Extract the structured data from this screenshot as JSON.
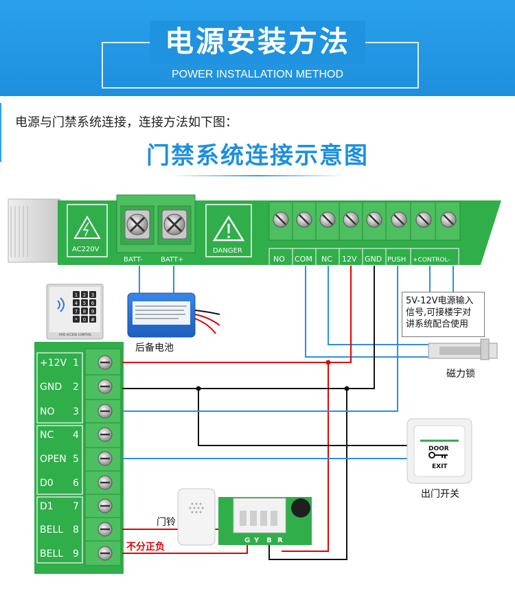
{
  "header": {
    "title": "电源安装方法",
    "subtitle": "POWER INSTALLATION METHOD"
  },
  "intro_text": "电源与门禁系统连接，连接方法如下图：",
  "diagram_title": "门禁系统连接示意图",
  "power_board": {
    "ac_label": "AC220V",
    "danger_label": "DANGER",
    "battery_terminals": [
      "BATT-",
      "BATT+"
    ],
    "terminals": [
      "NO",
      "COM",
      "NC",
      "12V",
      "GND",
      "PUSH",
      "+CONTROL-"
    ]
  },
  "keypad": {
    "keys": [
      "1",
      "2",
      "3",
      "4",
      "5",
      "6",
      "7",
      "8",
      "9",
      "*",
      "0",
      "#"
    ],
    "caption": "RFID ACCESS CONTROL"
  },
  "battery": {
    "label": "后备电池"
  },
  "controller": {
    "pins": [
      {
        "name": "+12V",
        "num": "1"
      },
      {
        "name": "GND",
        "num": "2"
      },
      {
        "name": "NO",
        "num": "3"
      },
      {
        "name": "NC",
        "num": "4"
      },
      {
        "name": "OPEN",
        "num": "5"
      },
      {
        "name": "D0",
        "num": "6"
      },
      {
        "name": "D1",
        "num": "7"
      },
      {
        "name": "BELL",
        "num": "8"
      },
      {
        "name": "BELL",
        "num": "9"
      }
    ]
  },
  "control_note": [
    "5V-12V电源输入",
    "信号,可接楼宇对",
    "讲系统配合使用"
  ],
  "magnetic_lock": {
    "label": "磁力锁"
  },
  "exit_button": {
    "line1": "DOOR",
    "line2": "EXIT",
    "label": "出门开关"
  },
  "doorbell": {
    "label": "门铃"
  },
  "polarity_note": "不分正负",
  "bell_module": {
    "pins": [
      "G",
      "Y",
      "B",
      "R"
    ]
  },
  "colors": {
    "banner": "#2aa1ec",
    "board_green": "#2fae4a",
    "terminal_green": "#4cbf5f",
    "wire_blue": "#2d8de0",
    "wire_red": "#e00000",
    "wire_black": "#111111"
  }
}
